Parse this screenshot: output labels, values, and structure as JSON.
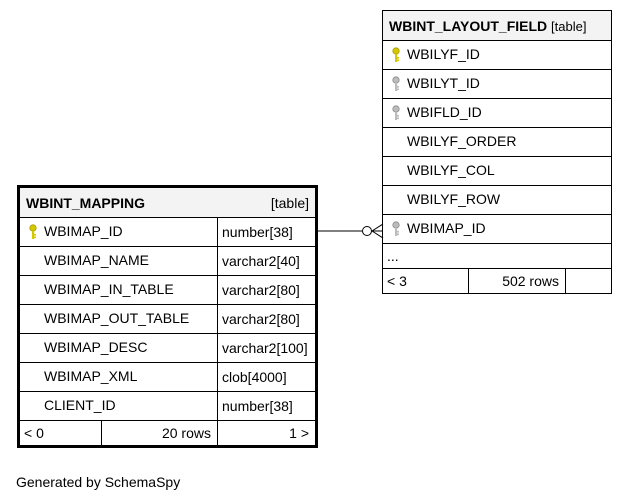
{
  "mapping_table": {
    "name": "WBINT_MAPPING",
    "kind": "[table]",
    "columns": [
      {
        "name": "WBIMAP_ID",
        "type": "number[38]",
        "key": "primary"
      },
      {
        "name": "WBIMAP_NAME",
        "type": "varchar2[40]",
        "key": "none"
      },
      {
        "name": "WBIMAP_IN_TABLE",
        "type": "varchar2[80]",
        "key": "none"
      },
      {
        "name": "WBIMAP_OUT_TABLE",
        "type": "varchar2[80]",
        "key": "none"
      },
      {
        "name": "WBIMAP_DESC",
        "type": "varchar2[100]",
        "key": "none"
      },
      {
        "name": "WBIMAP_XML",
        "type": "clob[4000]",
        "key": "none"
      },
      {
        "name": "CLIENT_ID",
        "type": "number[38]",
        "key": "none"
      }
    ],
    "footer": {
      "children": "< 0",
      "rows": "20 rows",
      "parents": "1 >"
    }
  },
  "layout_field_table": {
    "name": "WBINT_LAYOUT_FIELD",
    "kind": "[table]",
    "columns": [
      {
        "name": "WBILYF_ID",
        "key": "primary"
      },
      {
        "name": "WBILYT_ID",
        "key": "foreign"
      },
      {
        "name": "WBIFLD_ID",
        "key": "foreign"
      },
      {
        "name": "WBILYF_ORDER",
        "key": "none"
      },
      {
        "name": "WBILYF_COL",
        "key": "none"
      },
      {
        "name": "WBILYF_ROW",
        "key": "none"
      },
      {
        "name": "WBIMAP_ID",
        "key": "foreign"
      }
    ],
    "more": "...",
    "footer": {
      "children": "< 3",
      "rows": "502 rows",
      "parents": ""
    }
  },
  "colors": {
    "primary_key": "#d4c800",
    "foreign_key": "#a8a8a8",
    "header_bg": "#f3f3f3",
    "line": "#000000"
  },
  "credit": "Generated by SchemaSpy"
}
